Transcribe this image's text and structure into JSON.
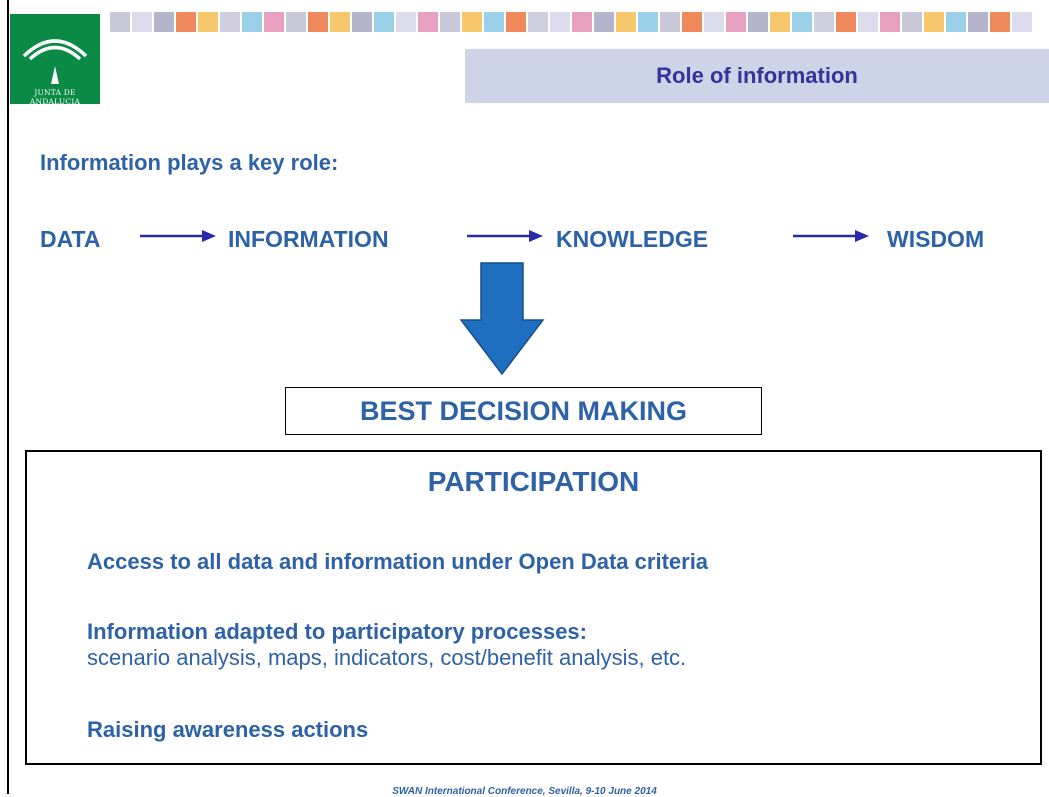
{
  "logo": {
    "text": "JUNTA DE ANDALUCIA"
  },
  "header": {
    "title": "Role of information"
  },
  "heading": "Information plays a key role:",
  "flow": [
    "DATA",
    "INFORMATION",
    "KNOWLEDGE",
    "WISDOM"
  ],
  "decision": "BEST DECISION MAKING",
  "participation": {
    "title": "PARTICIPATION",
    "items": [
      "Access to all data and information under Open Data criteria",
      "Information adapted to participatory processes:",
      "scenario analysis, maps, indicators, cost/benefit analysis, etc.",
      "Raising awareness actions"
    ]
  },
  "footer": "SWAN International Conference, Sevilla, 9-10 June 2014",
  "colors": {
    "text_blue": "#2e62a6",
    "title_blue": "#33339a",
    "title_bg": "#ced4e8",
    "logo_green": "#0a8a44",
    "arrow_blue": "#1f6fc0",
    "flow_arrow": "#2a2aa8"
  },
  "stripe_colors": [
    "#c8c8d8",
    "#dcdcec",
    "#b4b4cc",
    "#f08a5d",
    "#f6c86b",
    "#cfcfdf",
    "#9ad0e8",
    "#e8a0c0",
    "#c8c8d8",
    "#f08a5d",
    "#f6c86b",
    "#b4b4cc",
    "#9ad0e8",
    "#dcdcec",
    "#e8a0c0",
    "#c8c8d8",
    "#f6c86b",
    "#9ad0e8",
    "#f08a5d",
    "#cfcfdf",
    "#dcdcec",
    "#e8a0c0",
    "#b4b4cc",
    "#f6c86b",
    "#9ad0e8",
    "#c8c8d8",
    "#f08a5d",
    "#dcdcec",
    "#e8a0c0",
    "#b4b4cc",
    "#f6c86b",
    "#9ad0e8",
    "#cfcfdf",
    "#f08a5d",
    "#dcdcec",
    "#e8a0c0",
    "#c8c8d8",
    "#f6c86b",
    "#9ad0e8",
    "#b4b4cc",
    "#f08a5d",
    "#dcdcec"
  ]
}
